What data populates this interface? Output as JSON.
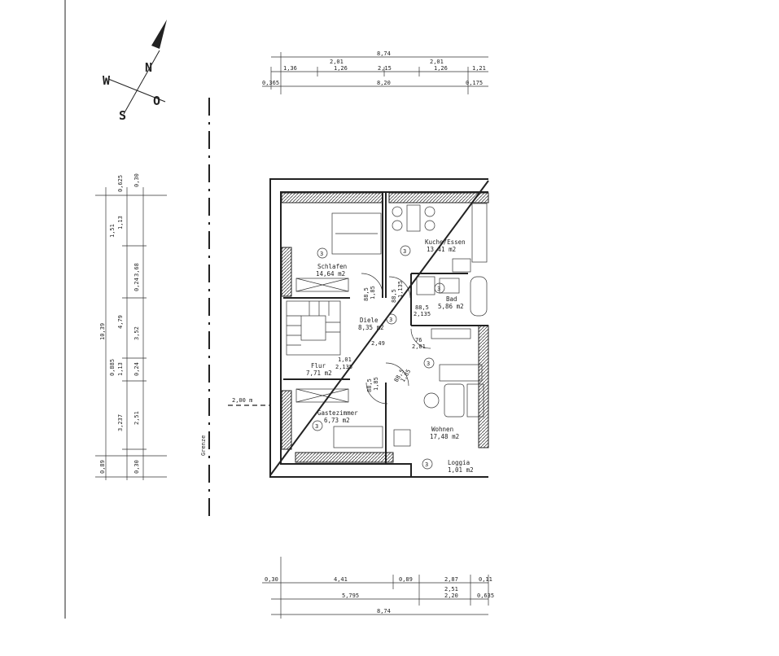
{
  "compass": {
    "n": "N",
    "w": "W",
    "s": "S",
    "o": "O"
  },
  "boundary_label": "Grenze",
  "setback": "2,00 m",
  "top_dims": {
    "overall": "8,74",
    "row2": [
      "1,36",
      "2,01",
      "1,26",
      "2,15",
      "2,01",
      "1,26",
      "1,21"
    ],
    "row3": [
      "0,365",
      "8,20",
      "0,175"
    ]
  },
  "left_dims": {
    "outer": [
      "0,625",
      "10,39",
      "0,885",
      "0,89"
    ],
    "mid": [
      "0,30",
      "1,51",
      "1,13",
      "3,68",
      "0,24",
      "4,79",
      "3,52",
      "1,13",
      "0,24",
      "3,237",
      "2,51",
      "0,30"
    ]
  },
  "bottom_dims": {
    "row1": [
      "0,30",
      "4,41",
      "0,89",
      "2,87",
      "0,11"
    ],
    "row2": [
      "2,51",
      "5,795",
      "2,20",
      "0,635"
    ],
    "overall": "8,74"
  },
  "rooms": [
    {
      "name": "Schlafen",
      "area": "14,64 m2"
    },
    {
      "name": "Kuche/Essen",
      "area": "13,41 m2"
    },
    {
      "name": "Bad",
      "area": "5,86 m2"
    },
    {
      "name": "Diele",
      "area": "8,35 m2"
    },
    {
      "name": "Flur",
      "area": "7,71 m2"
    },
    {
      "name": "Gastezimmer",
      "area": "6,73 m2"
    },
    {
      "name": "Wohnen",
      "area": "17,48 m2"
    },
    {
      "name": "Loggia",
      "area": "1,01 m2"
    }
  ],
  "door_labels": [
    "88,5",
    "1,85",
    "88,5",
    "1,135",
    "88,5",
    "2,135",
    "76",
    "2,01",
    "2,49",
    "1,01",
    "2,135",
    "88,5",
    "1,85",
    "88,5",
    "1,85"
  ],
  "unit_marker": "3"
}
